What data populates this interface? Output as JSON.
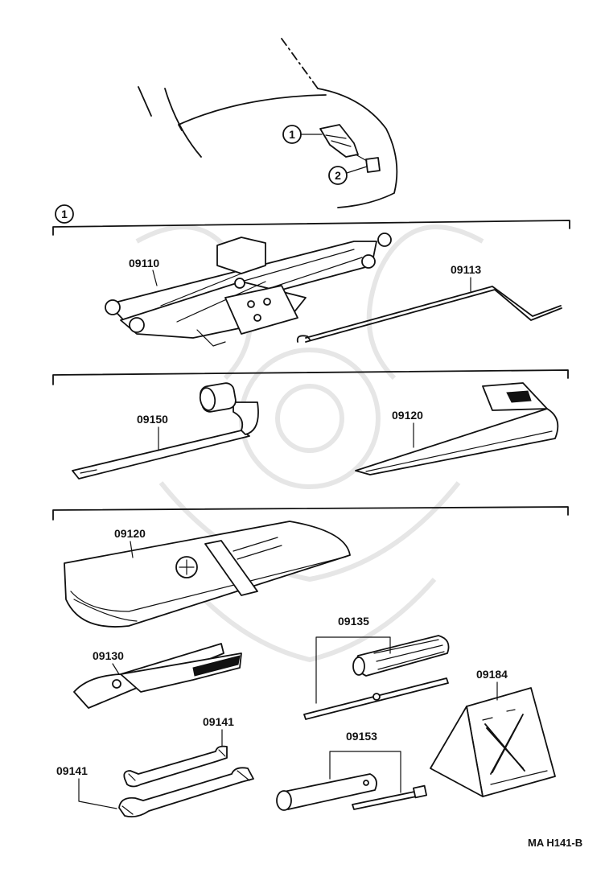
{
  "diagram": {
    "ref_code": "MA H141-B",
    "callouts": {
      "c1": "1",
      "c2": "2",
      "section1": "1"
    },
    "parts": {
      "jack": "09110",
      "jack_handle": "09113",
      "hub_nut_wrench": "09150",
      "wheel_tool": "09120",
      "tool_bag": "09120",
      "screwdriver": "09135",
      "pliers": "09130",
      "wrench_small": "09141",
      "wrench_large": "09141",
      "plug_wrench": "09153",
      "wheel_chock": "09184"
    }
  }
}
